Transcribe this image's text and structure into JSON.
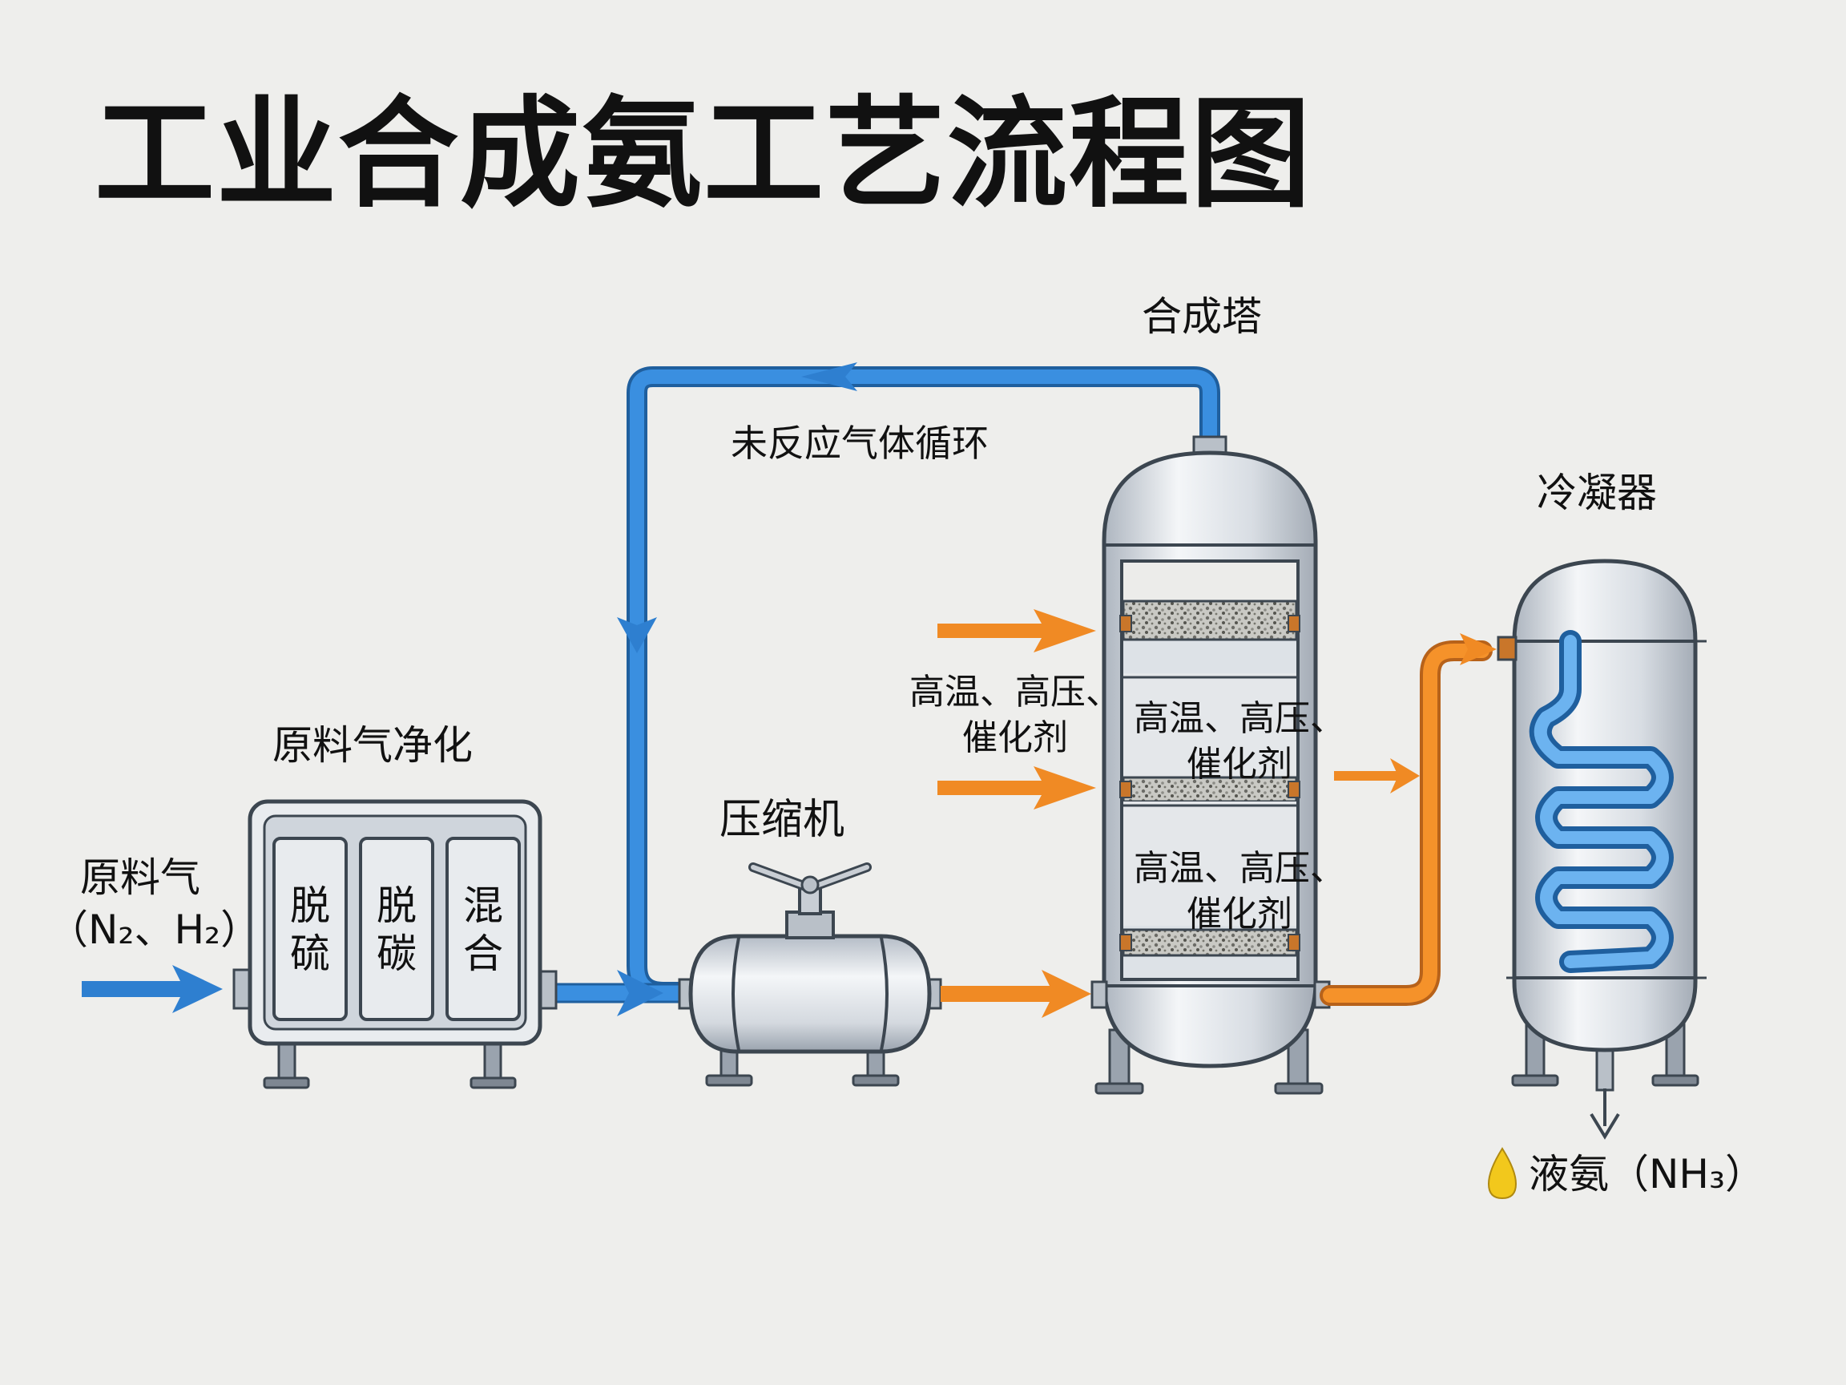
{
  "title": "工业合成氨工艺流程图",
  "labels": {
    "feed_gas": "原料气",
    "feed_gas_formula": "（N₂、H₂）",
    "purification": "原料气净化",
    "desulfurization": "脱\n硫",
    "decarbonization": "脱\n碳",
    "mixing": "混\n合",
    "compressor": "压缩机",
    "recycle": "未反应气体循环",
    "synthesis_tower": "合成塔",
    "conditions_outside": "高温、高压、\n催化剂",
    "conditions_bed1": "高温、高压、\n催化剂",
    "conditions_bed2": "高温、高压、\n催化剂",
    "condenser": "冷凝器",
    "product": "液氨（NH₃）"
  },
  "colors": {
    "blue_flow": "#2e7fd0",
    "orange_flow": "#f08a24",
    "vessel_fill": "#dfe4ea",
    "outline": "#3c4650",
    "background": "#eeeeec",
    "drop": "#f2c81c"
  }
}
